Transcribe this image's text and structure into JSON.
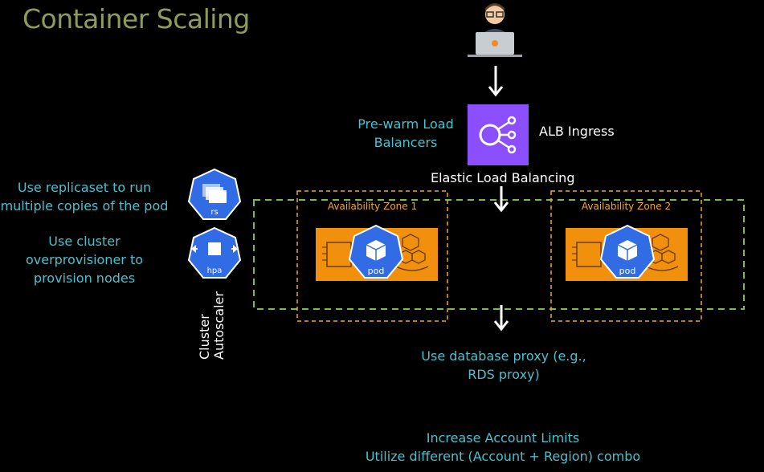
{
  "title": "Container Scaling",
  "labels": {
    "prewarm": "Pre-warm Load Balancers",
    "prewarm_l1": "Pre-warm Load",
    "prewarm_l2": "Balancers",
    "alb_ingress": "ALB Ingress",
    "elb": "Elastic Load Balancing",
    "replicaset_l1": "Use replicaset to run",
    "replicaset_l2": "multiple copies of the pod",
    "overprov_l1": "Use cluster",
    "overprov_l2": "overprovisioner to",
    "overprov_l3": "provision nodes",
    "cluster_l1": "Cluster",
    "cluster_l2": "Autoscaler",
    "db_l1": "Use database proxy (e.g.,",
    "db_l2": "RDS proxy)",
    "limits_l1": "Increase Account Limits",
    "limits_l2": "Utilize different (Account + Region) combo"
  },
  "zones": [
    {
      "label": "Availability Zone 1",
      "pod": "pod"
    },
    {
      "label": "Availability Zone 2",
      "pod": "pod"
    }
  ],
  "icons": {
    "rs": "rs",
    "hpa": "hpa"
  },
  "colors": {
    "title": "#8e9c5a",
    "cyan_text": "#45c3d3",
    "az_border": "#f5a623",
    "asg_border": "#7bbf3f",
    "ec2_orange": "#f0900c",
    "k8s_blue": "#326ce5",
    "alb_purple": "#8c4fff"
  }
}
